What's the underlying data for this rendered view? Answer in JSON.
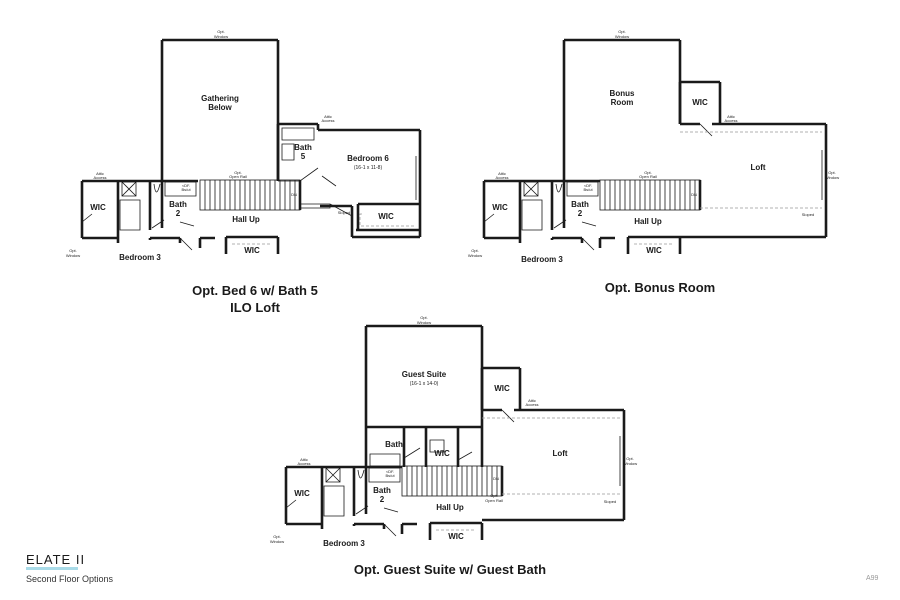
{
  "plans": [
    {
      "caption": [
        "Opt. Bed 6 w/ Bath 5",
        "ILO Loft"
      ],
      "rooms": {
        "wic_left": "WIC",
        "bath2": "Bath",
        "bath2_num": "2",
        "hall": "Hall Up",
        "wic_bottom": "WIC",
        "bedroom3": "Bedroom 3",
        "gathering1": "Gathering",
        "gathering2": "Below",
        "bath5": "Bath",
        "bath5_num": "5",
        "bedroom6": "Bedroom 6",
        "bedroom6_dim": "(16-1 x 11-8)",
        "wic_right": "WIC"
      },
      "notes": {
        "opt_window_top": [
          "Opt.",
          "Window"
        ],
        "attic_left": [
          "Attic",
          "Access"
        ],
        "attic_right": [
          "Attic",
          "Access"
        ],
        "open_rail": [
          "Opt.",
          "Open Rail"
        ],
        "cgf": [
          "<DF.",
          "Bs/ut"
        ],
        "sloped": "Sloped",
        "dn": "DN",
        "opt_window_left": [
          "Opt.",
          "Window"
        ]
      }
    },
    {
      "caption": [
        "Opt. Bonus Room"
      ],
      "rooms": {
        "wic_left": "WIC",
        "bath2": "Bath",
        "bath2_num": "2",
        "hall": "Hall Up",
        "wic_bottom": "WIC",
        "bedroom3": "Bedroom 3",
        "bonus1": "Bonus",
        "bonus2": "Room",
        "wic_top": "WIC",
        "loft": "Loft"
      },
      "notes": {
        "opt_window_top": [
          "Opt.",
          "Window"
        ],
        "attic_left": [
          "Attic",
          "Access"
        ],
        "attic_right": [
          "Attic",
          "Access"
        ],
        "open_rail": [
          "Opt.",
          "Open Rail"
        ],
        "cgf": [
          "<DF.",
          "Bs/ut"
        ],
        "sloped": "Sloped",
        "dn": "DN",
        "opt_window_left": [
          "Opt.",
          "Window"
        ],
        "opt_window_right": [
          "Opt.",
          "Window"
        ]
      }
    },
    {
      "caption": [
        "Opt. Guest Suite w/ Guest Bath"
      ],
      "rooms": {
        "wic_left": "WIC",
        "bath2": "Bath",
        "bath2_num": "2",
        "hall": "Hall Up",
        "wic_bottom": "WIC",
        "bedroom3": "Bedroom 3",
        "guest": "Guest Suite",
        "guest_dim": "(16-1 x 14-0)",
        "wic_top": "WIC",
        "guest_bath": "Bath",
        "guest_wic": "WIC",
        "loft": "Loft"
      },
      "notes": {
        "opt_window_top": [
          "Opt.",
          "Window"
        ],
        "attic_left": [
          "Attic",
          "Access"
        ],
        "attic_right": [
          "Attic",
          "Access"
        ],
        "open_rail": [
          "Opt.",
          "Open Rail"
        ],
        "cgf": [
          "<DF.",
          "Bs/ut"
        ],
        "sloped": "Sloped",
        "dn": "DN",
        "opt_window_left": [
          "Opt.",
          "Window"
        ],
        "opt_window_right": [
          "Opt.",
          "Window"
        ]
      }
    }
  ],
  "footer": {
    "brand": "ELATE II",
    "subtitle": "Second Floor Options",
    "code": "A99"
  },
  "colors": {
    "wall": "#1a1a1a",
    "accent": "#a9dbe8"
  }
}
